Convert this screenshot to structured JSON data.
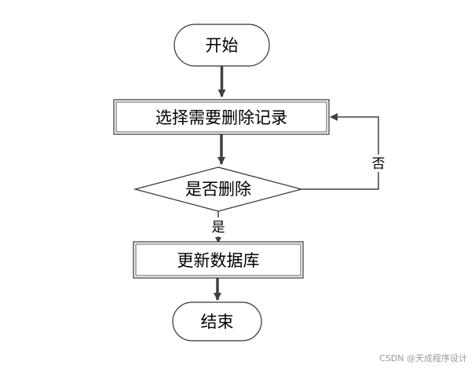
{
  "nodes": {
    "start": "开始",
    "select": "选择需要删除记录",
    "decision": "是否删除",
    "update": "更新数据库",
    "end": "结束"
  },
  "edges": {
    "yes_label": "是",
    "no_label": "否"
  },
  "watermark": "CSDN @天成程序设计",
  "colors": {
    "arrow": "#404040",
    "stroke": "#333333",
    "text": "#000000",
    "watermark": "#9a9a9a"
  }
}
